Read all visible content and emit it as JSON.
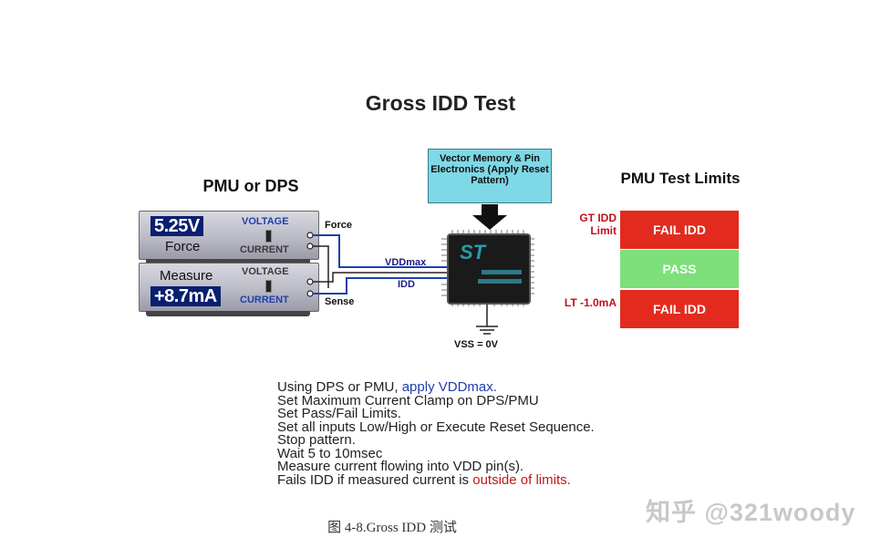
{
  "title": "Gross IDD Test",
  "pmu": {
    "heading": "PMU or DPS",
    "force_display": "5.25V",
    "force_label": "Force",
    "measure_label": "Measure",
    "measure_display": "+8.7mA",
    "voltage_label": "VOLTAGE",
    "current_label": "CURRENT",
    "force_pin": "Force",
    "sense_pin": "Sense"
  },
  "signals": {
    "vddmax": "VDDmax",
    "idd": "IDD",
    "vss": "VSS = 0V"
  },
  "vector_memory": {
    "label": "Vector Memory & Pin Electronics (Apply Reset Pattern)"
  },
  "chip": {
    "logo": "ST"
  },
  "limits": {
    "heading": "PMU Test Limits",
    "gt_label": "GT IDD Limit",
    "lt_label": "LT -1.0mA",
    "upper": "FAIL IDD",
    "middle": "PASS",
    "lower": "FAIL IDD"
  },
  "steps": {
    "s1a": "Using DPS or PMU, ",
    "s1b": "apply VDDmax.",
    "s2": "Set Maximum Current Clamp on DPS/PMU",
    "s3": "Set Pass/Fail Limits.",
    "s4": "Set all inputs Low/High or Execute Reset Sequence.",
    "s5": "Stop pattern.",
    "s6": "Wait 5 to 10msec",
    "s7": "Measure current flowing into VDD pin(s).",
    "s8a": "Fails IDD if measured current is ",
    "s8b": "outside of limits."
  },
  "caption": "图 4-8.Gross IDD 测试",
  "watermark": "知乎 @321woody",
  "colors": {
    "fail": "#e32a1e",
    "pass": "#7de07a",
    "lcd": "#0a1f6e",
    "vector_box": "#7fd8e6",
    "wire": "#1f3fb0"
  }
}
